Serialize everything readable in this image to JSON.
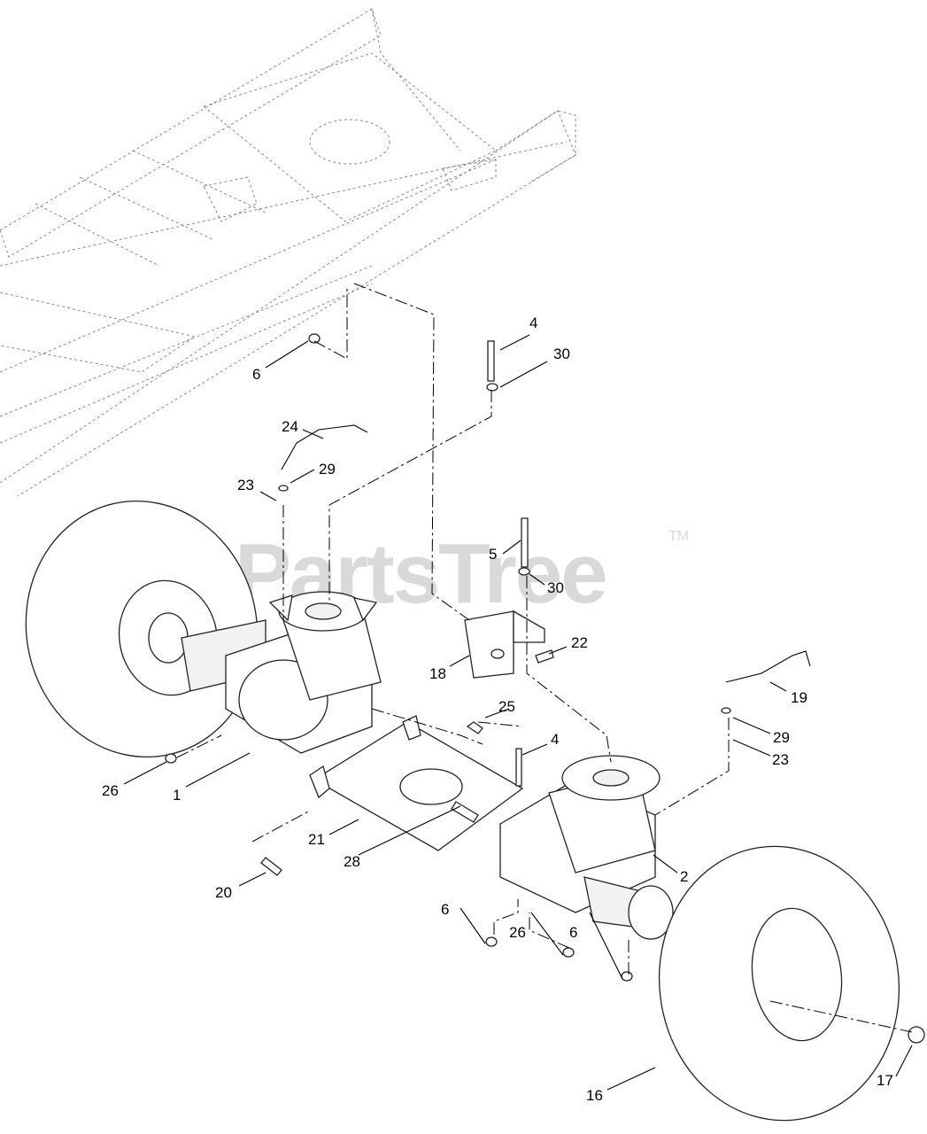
{
  "watermark": {
    "text": "PartsTree",
    "trademark": "TM"
  },
  "callouts": [
    {
      "id": "c1",
      "label": "1"
    },
    {
      "id": "c2",
      "label": "2"
    },
    {
      "id": "c4a",
      "label": "4"
    },
    {
      "id": "c4b",
      "label": "4"
    },
    {
      "id": "c5",
      "label": "5"
    },
    {
      "id": "c6a",
      "label": "6"
    },
    {
      "id": "c6b",
      "label": "6"
    },
    {
      "id": "c6c",
      "label": "6"
    },
    {
      "id": "c16",
      "label": "16"
    },
    {
      "id": "c17",
      "label": "17"
    },
    {
      "id": "c18",
      "label": "18"
    },
    {
      "id": "c19",
      "label": "19"
    },
    {
      "id": "c20",
      "label": "20"
    },
    {
      "id": "c21",
      "label": "21"
    },
    {
      "id": "c22",
      "label": "22"
    },
    {
      "id": "c23a",
      "label": "23"
    },
    {
      "id": "c23b",
      "label": "23"
    },
    {
      "id": "c24",
      "label": "24"
    },
    {
      "id": "c25",
      "label": "25"
    },
    {
      "id": "c26a",
      "label": "26"
    },
    {
      "id": "c26b",
      "label": "26"
    },
    {
      "id": "c28",
      "label": "28"
    },
    {
      "id": "c29a",
      "label": "29"
    },
    {
      "id": "c29b",
      "label": "29"
    },
    {
      "id": "c30a",
      "label": "30"
    },
    {
      "id": "c30b",
      "label": "30"
    }
  ]
}
